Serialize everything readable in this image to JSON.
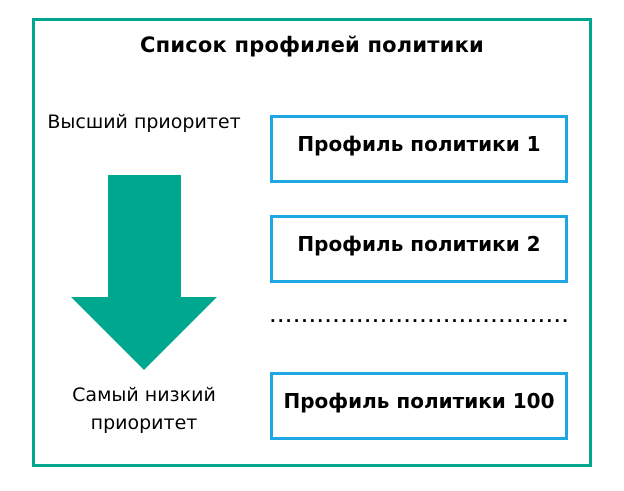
{
  "diagram": {
    "title": "Список профилей политики",
    "highest_priority_label": "Высший приоритет",
    "lowest_priority_label": "Самый низкий приоритет",
    "profiles": [
      {
        "label": "Профиль политики 1"
      },
      {
        "label": "Профиль политики 2"
      },
      {
        "label": "Профиль политики 100"
      }
    ],
    "ellipsis": "........................................",
    "icons": {
      "arrow": "down-arrow-icon"
    },
    "colors": {
      "teal": "#00A78F",
      "blue": "#1EA6E2",
      "text": "#000000",
      "background": "#FFFFFF"
    }
  }
}
